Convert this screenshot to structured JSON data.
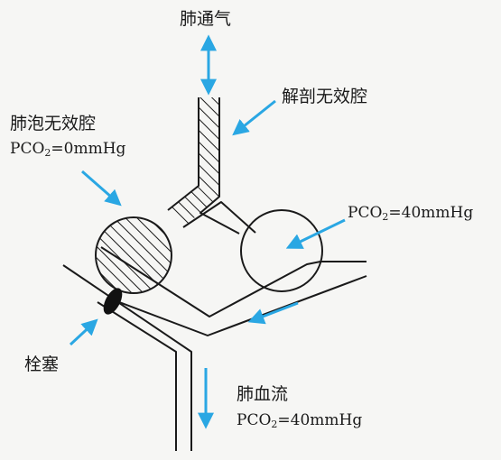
{
  "labels": {
    "lung_ventilation": "肺通气",
    "anatomic_dead_space": "解剖无效腔",
    "alveolar_dead_space": "肺泡无效腔",
    "dead_alveolus_pco2": {
      "prefix": "PCO",
      "sub": "2",
      "suffix": "=0mmHg"
    },
    "normal_alveolus_pco2": {
      "prefix": "PCO",
      "sub": "2",
      "suffix": "=40mmHg"
    },
    "embolus": "栓塞",
    "pulmonary_blood_flow": "肺血流",
    "blood_pco2": {
      "prefix": "PCO",
      "sub": "2",
      "suffix": "=40mmHg"
    }
  },
  "colors": {
    "arrow": "#2aa7e3",
    "line": "#1a1a1a",
    "embolus": "#111111",
    "background": "#f6f6f4"
  }
}
